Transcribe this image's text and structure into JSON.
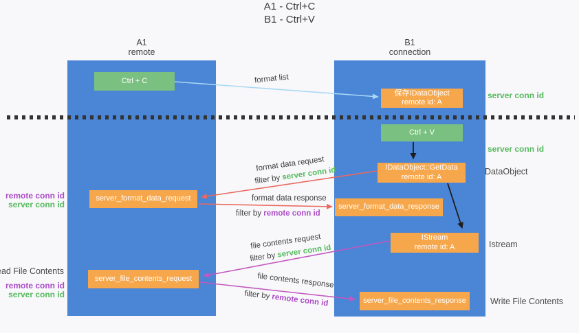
{
  "title": {
    "line1": "A1 - Ctrl+C",
    "line2": "B1 - Ctrl+V"
  },
  "lanes": {
    "left": {
      "title": "A1",
      "subtitle": "remote"
    },
    "right": {
      "title": "B1",
      "subtitle": "connection"
    }
  },
  "nodes": {
    "ctrl_c": {
      "label": "Ctrl + C"
    },
    "save_idataobject": {
      "line1": "保存IDataObject",
      "line2": "remote id: A"
    },
    "ctrl_v": {
      "label": "Ctrl + V"
    },
    "getdata": {
      "line1": "IDataObject::GetData",
      "line2": "remote id: A"
    },
    "server_format_data_request": {
      "label": "server_format_data_request"
    },
    "server_format_data_response": {
      "label": "server_format_data_response"
    },
    "istream": {
      "line1": "IStream",
      "line2": "remote id: A"
    },
    "server_file_contents_request": {
      "label": "server_file_contents_request"
    },
    "server_file_contents_response": {
      "label": "server_file_contents_response"
    }
  },
  "flow_labels": {
    "format_list": "format list",
    "format_data_request": "format data request",
    "format_request_filter": {
      "prefix": "filter by ",
      "key": "server conn id"
    },
    "format_data_response": "format data response",
    "format_response_filter": {
      "prefix": "filter by ",
      "key": "remote conn id"
    },
    "file_contents_request": "file contents request",
    "file_request_filter": {
      "prefix": "filter by ",
      "key": "server conn id"
    },
    "file_contents_response": "file contents response",
    "file_response_filter": {
      "prefix": "filter by ",
      "key": "remote conn id"
    }
  },
  "left_annotations": {
    "format_remote_conn_id": "remote conn id",
    "format_server_conn_id": "server conn id",
    "read_file_contents": "Read File Contents",
    "file_remote_conn_id": "remote conn id",
    "file_server_conn_id": "server conn id"
  },
  "right_annotations": {
    "server_conn_id_top": "server conn id",
    "server_conn_id_mid": "server conn id",
    "dataobject": "DataObject",
    "istream": "Istream",
    "write_file_contents": "Write File Contents"
  },
  "colors": {
    "background": "#f8f8fa",
    "lane_blue": "#4a85d6",
    "node_green": "#7ac080",
    "node_orange": "#f7a74b",
    "arrow_light_blue": "#aad8f5",
    "arrow_red": "#e96a5f",
    "arrow_magenta": "#c258c0",
    "arrow_black": "#1d1d1d",
    "text_green": "#56b95f",
    "text_purple": "#ab4bc6",
    "text_dark": "#3f3f3f",
    "text_gray": "#4b4b4b",
    "dotted_line": "#333333"
  }
}
